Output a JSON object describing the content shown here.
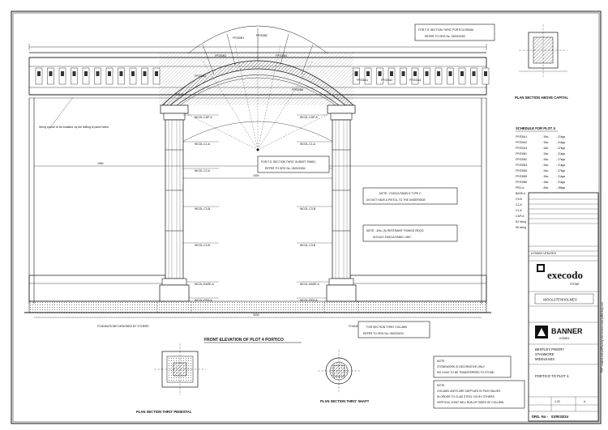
{
  "drawing": {
    "main_title": "FRONT ELEVATION OF PLOT 4 PORTICO",
    "section_capital": "PLAN SECTION ABOVE CAPITAL",
    "section_pedestal": "PLAN SECTION THRO' PEDESTAL",
    "section_shaft": "PLAN SECTION THRO' SHAFT",
    "foundations_left": "FOUNDATIONS DESIGNED BY OTHERS",
    "foundations_right": "FOUNDATIONS DESIGNED BY OTHERS"
  },
  "callouts": {
    "portico_beam": [
      "FOR F.S. SECTION THRO' PORTICO BEAM",
      "REFER TO DRG No. 03/0033/53"
    ],
    "sunset_panel": [
      "FOR F.S. SECTION THRO' SUNSET PANEL",
      "REFER TO DRG No. 03/0033/54"
    ],
    "column": [
      "FOR SECTION THRO' COLUMN",
      "REFER TO DRG No. 03/0033/33"
    ],
    "fascia_note": [
      "NOTE - FASCIA PANELS TYPE C",
      "DO NOT HAVE A PISTOL TO THE UNDERSIDE"
    ],
    "restraint_note": [
      "NOTE - 4No. (5) RESTRAINT FIXINGS REQ'D",
      "IN EACH FASCIA PANEL UNIT."
    ],
    "stonework_note": [
      "NOTE",
      "STONEWORK IS DECORATIVE ONLY.",
      "NO LOAD TO BE TRANSFERRED TO STONE."
    ],
    "column_note": [
      "NOTE",
      "COLUMN UNITS ARE SUPPLIED IN TWO HALVES",
      "IN ORDER TO CLAD STEEL C/S BY OTHERS.",
      "VERTICAL JOINT WILL RUN UP SIDES OF COLUMN."
    ],
    "dim_center": "1000",
    "dim_wide": "1950",
    "dim_total": "3000",
    "string_course": "String course to be installed, by the drilling of panel holes"
  },
  "column_labels_left": [
    "WCOL-CAP-A",
    "WCOL-C1-A",
    "WCOL-C2-A",
    "WCOL-C3-B",
    "WCOL-C3-B",
    "WCOL-BASE-A",
    "WCOL-PED-A"
  ],
  "column_labels_right": [
    "WCOL-CAP-A",
    "WCOL-C1-A",
    "WCOL-C2-A",
    "WCOL-C3-B",
    "WCOL-C3-B",
    "WCOL-BASE-A",
    "WCOL-PED-A"
  ],
  "arch_labels": [
    "FP/33/B1",
    "FP/33/B2",
    "FP/33/B3",
    "FP/33/B4",
    "FP/33/B5",
    "FP/33/B6",
    "FP/33/B7"
  ],
  "fascia_labels": [
    "FP/33/A1",
    "FP/33/A2",
    "FP/33/A3"
  ],
  "schedule": {
    "title": "SCHEDULE FOR PLOT 4",
    "rows": [
      [
        "FP/33/A1",
        "1No.",
        "21kgs"
      ],
      [
        "FP/33/A2",
        "1No.",
        "21kgs"
      ],
      [
        "FP/33/A3",
        "1No.",
        "47kgs"
      ],
      [
        "FP/33/B1",
        "1No.",
        "21kgs"
      ],
      [
        "FP/33/B2",
        "1No.",
        "27kgs"
      ],
      [
        "FP/33/B3",
        "1No.",
        "21kgs"
      ],
      [
        "FP/33/B4",
        "1No.",
        "27kgs"
      ],
      [
        "FP/33/B5",
        "1No.",
        "21kgs"
      ],
      [
        "FP/33/B6",
        "1No.",
        "21kgs"
      ],
      [
        "PED-A",
        "4No.",
        "28kgs"
      ],
      [
        "BASE-A",
        "4No.",
        "18kgs"
      ],
      [
        "C3-B",
        "8No.",
        "27kgs"
      ],
      [
        "C2-A",
        "4No.",
        "28kgs"
      ],
      [
        "C1-A",
        "4No.",
        "26kgs"
      ],
      [
        "CAP-A",
        "4No.",
        "28kgs"
      ],
      [
        "S2 fixing",
        "4No.",
        ""
      ],
      [
        "S5 fixing",
        "52No.",
        ""
      ]
    ]
  },
  "title_block": {
    "company": "execodo",
    "company_sub": "STONE",
    "partner": "WOOLSTENHOLMES",
    "client": "BANNER",
    "client_sub": "HOMES",
    "project_lines": [
      "BENTLEY PRIORY",
      "STANMORE",
      "MIDDLESEX"
    ],
    "drawing_title": "PORTICO TO PLOT 4.",
    "drg_label": "DRG. No:-",
    "drg_no": "03/0033/34",
    "rev": "A",
    "rev_note": "A   FINISH UPDATED",
    "scale": "1:20",
    "side_note": "PDF created with pdfFactory trial version www.pdffactory.com"
  }
}
